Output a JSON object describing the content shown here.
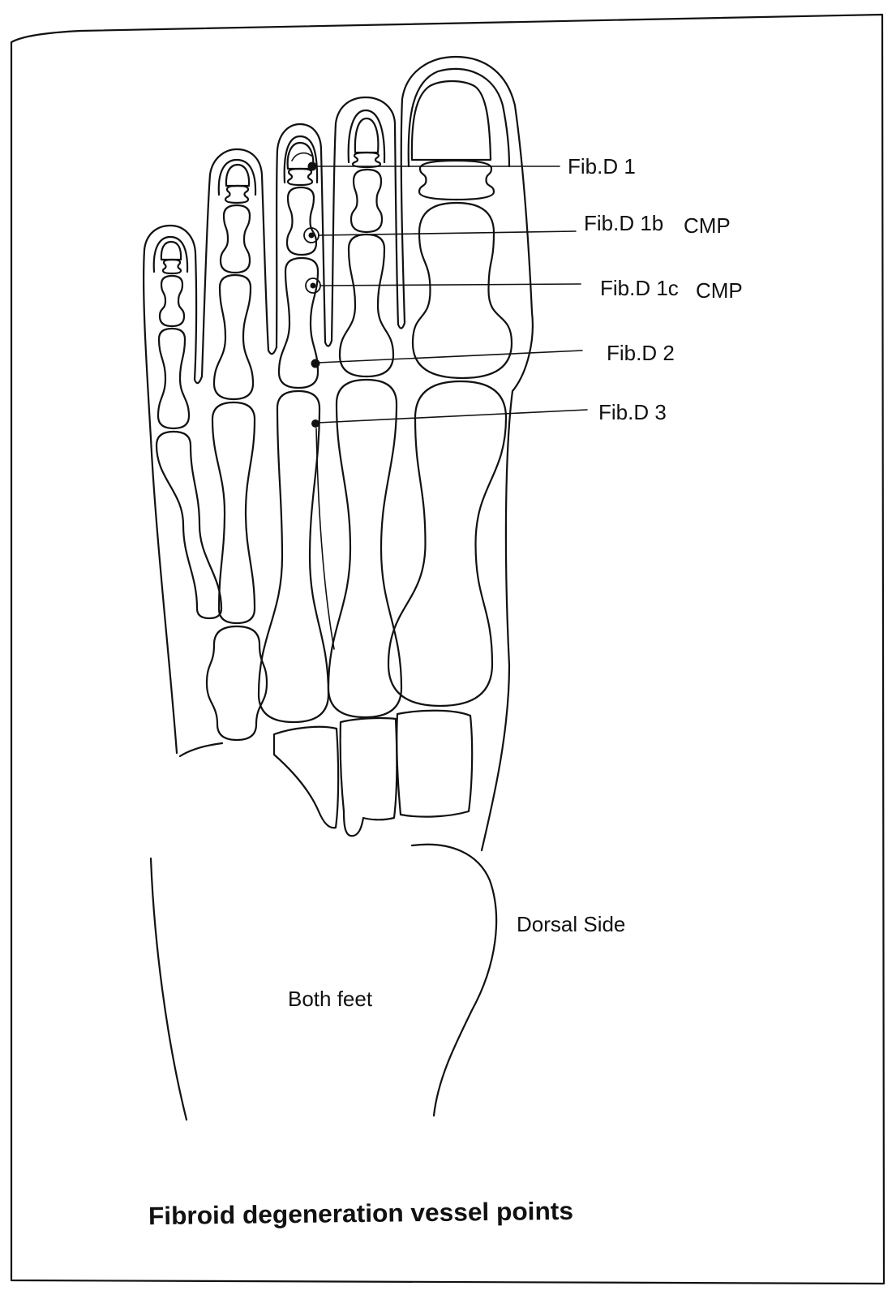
{
  "figure": {
    "points": [
      {
        "label": "Fib.D 1"
      },
      {
        "label": "Fib.D 1b",
        "note": "CMP"
      },
      {
        "label": "Fib.D 1c",
        "note": "CMP"
      },
      {
        "label": "Fib.D 2"
      },
      {
        "label": "Fib.D 3"
      }
    ],
    "side_label": "Dorsal Side",
    "foot_label": "Both feet",
    "caption": "Fibroid degeneration vessel points"
  }
}
